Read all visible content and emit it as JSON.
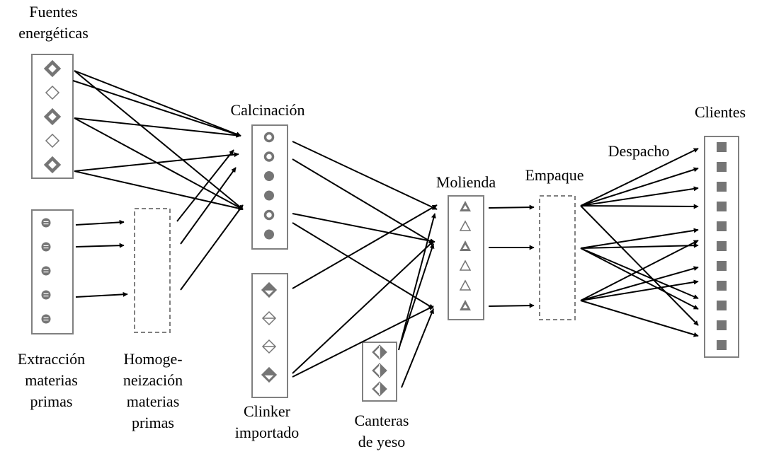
{
  "labels": {
    "fuentes": [
      "Fuentes",
      "energéticas"
    ],
    "extraccion": [
      "Extracción",
      "materias",
      "primas"
    ],
    "homogeneizacion": [
      "Homoge-",
      "neización",
      "materias",
      "primas"
    ],
    "calcinacion": [
      "Calcinación"
    ],
    "clinker": [
      "Clinker",
      "importado"
    ],
    "canteras": [
      "Canteras",
      "de yeso"
    ],
    "molienda": [
      "Molienda"
    ],
    "empaque": [
      "Empaque"
    ],
    "despacho": [
      "Despacho"
    ],
    "clientes": [
      "Clientes"
    ]
  },
  "nodes": {
    "fuentes": [
      "diamond-filled-icon",
      "diamond-open-icon",
      "diamond-filled-icon",
      "diamond-open-icon",
      "diamond-filled-icon"
    ],
    "extraccion": [
      "circle-bar-icon",
      "circle-bar-icon",
      "circle-bar-icon",
      "circle-bar-icon",
      "circle-bar-icon"
    ],
    "calcinacion": [
      "ring-icon",
      "ring-icon",
      "dot-icon",
      "dot-icon",
      "ring-icon",
      "dot-icon"
    ],
    "clinker": [
      "diamond-half-icon",
      "diamond-line-icon",
      "diamond-line-icon",
      "diamond-half-icon"
    ],
    "canteras": [
      "diamond-split-icon",
      "diamond-split-icon",
      "diamond-split-icon"
    ],
    "molienda": [
      "triangle-filled-icon",
      "triangle-open-icon",
      "triangle-filled-icon",
      "triangle-open-icon",
      "triangle-open-icon",
      "triangle-filled-icon"
    ],
    "clientes": [
      "square-icon",
      "square-icon",
      "square-icon",
      "square-icon",
      "square-icon",
      "square-icon",
      "square-icon",
      "square-icon",
      "square-icon",
      "square-icon",
      "square-icon"
    ]
  },
  "colors": {
    "icon": "#757575",
    "box": "#808080",
    "line": "#000000"
  }
}
